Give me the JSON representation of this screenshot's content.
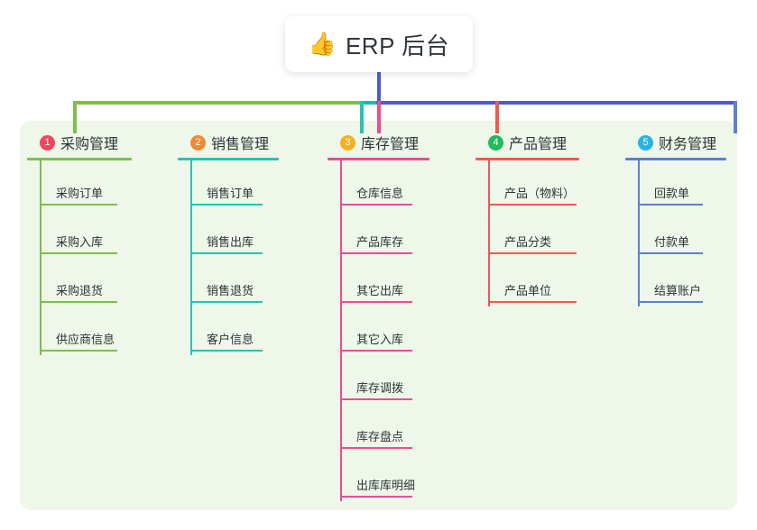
{
  "diagram": {
    "type": "mindmap-orgchart",
    "root": {
      "icon": "thumbs-up-icon",
      "emoji": "👍",
      "label": "ERP 后台"
    },
    "panel_color": "#eef7e9",
    "trunk_color": "#4f5bc4",
    "connector_segments": [
      {
        "name": "segment-green",
        "color": "#7cc04a"
      },
      {
        "name": "segment-teal",
        "color": "#13bfa6"
      },
      {
        "name": "segment-purple",
        "color": "#4f5bc4"
      }
    ],
    "columns": [
      {
        "index": "1",
        "title": "采购管理",
        "badge_color": "#f0465b",
        "line_color": "#7cc04a",
        "items": [
          {
            "label": "采购订单"
          },
          {
            "label": "采购入库"
          },
          {
            "label": "采购退货"
          },
          {
            "label": "供应商信息"
          }
        ]
      },
      {
        "index": "2",
        "title": "销售管理",
        "badge_color": "#f08a34",
        "line_color": "#27c2b4",
        "items": [
          {
            "label": "销售订单"
          },
          {
            "label": "销售出库"
          },
          {
            "label": "销售退货"
          },
          {
            "label": "客户信息"
          }
        ]
      },
      {
        "index": "3",
        "title": "库存管理",
        "badge_color": "#f5b021",
        "line_color": "#ea4c95",
        "items": [
          {
            "label": "仓库信息"
          },
          {
            "label": "产品库存"
          },
          {
            "label": "其它出库"
          },
          {
            "label": "其它入库"
          },
          {
            "label": "库存调拨"
          },
          {
            "label": "库存盘点"
          },
          {
            "label": "出库库明细"
          }
        ]
      },
      {
        "index": "4",
        "title": "产品管理",
        "badge_color": "#22bb5b",
        "line_color": "#f2584f",
        "items": [
          {
            "label": "产品（物料）"
          },
          {
            "label": "产品分类"
          },
          {
            "label": "产品单位"
          }
        ]
      },
      {
        "index": "5",
        "title": "财务管理",
        "badge_color": "#28b3e8",
        "line_color": "#5a7fd6",
        "items": [
          {
            "label": "回款单"
          },
          {
            "label": "付款单"
          },
          {
            "label": "结算账户"
          }
        ]
      }
    ]
  }
}
